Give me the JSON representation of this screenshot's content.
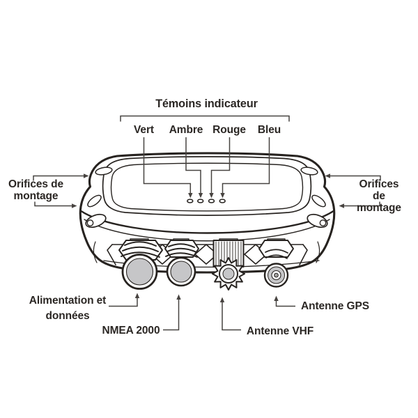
{
  "labels": {
    "indicators_title": "Témoins indicateur",
    "indicator_green": "Vert",
    "indicator_amber": "Ambre",
    "indicator_red": "Rouge",
    "indicator_blue": "Bleu",
    "mounting_holes_left": "Orifices de\nmontage",
    "mounting_holes_right": "Orifices de\nmontage",
    "power_data": "Alimentation et\ndonnées",
    "nmea": "NMEA 2000",
    "vhf_antenna": "Antenne VHF",
    "gps_antenna": "Antenne GPS"
  },
  "colors": {
    "line": "#272320",
    "annotation": "#474340",
    "connector_face": "#c6c6c8",
    "text": "#2b2724",
    "background": "#ffffff"
  }
}
